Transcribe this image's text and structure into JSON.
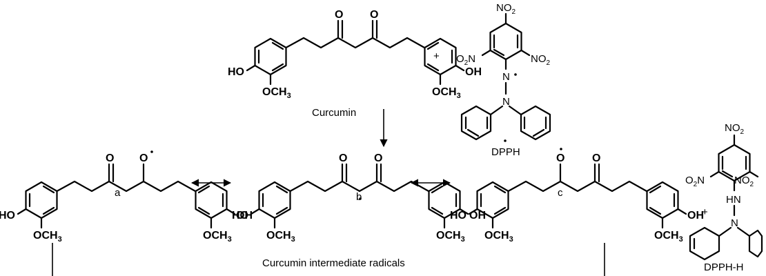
{
  "compounds": {
    "curcumin": "Curcumin",
    "dpph": "DPPH",
    "dpph_h": "DPPH-H"
  },
  "radicals": {
    "a": "a",
    "b": "b",
    "c": "c",
    "caption": "Curcumin intermediate radicals"
  },
  "operators": {
    "plus": "+"
  },
  "atoms": {
    "ho": "HO",
    "oh": "OH",
    "o": "O",
    "n": "N",
    "hn": "HN",
    "och3": "OCH3",
    "no2": "NO2",
    "o2n": "O2N"
  }
}
